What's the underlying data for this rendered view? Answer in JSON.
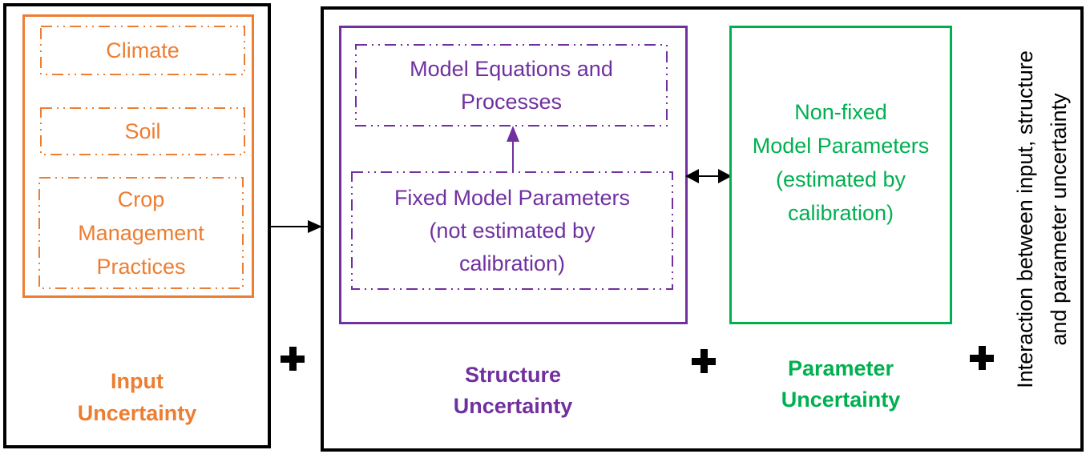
{
  "colors": {
    "input_orange": "#ED7D31",
    "structure_purple": "#7030A0",
    "parameter_green": "#00B050",
    "frame_black": "#000000"
  },
  "symbols": {
    "plus": "+"
  },
  "input_panel": {
    "climate": "Climate",
    "soil": "Soil",
    "crop_lines": [
      "Crop",
      "Management",
      "Practices"
    ],
    "label_lines": [
      "Input",
      "Uncertainty"
    ]
  },
  "structure_section": {
    "equations_lines": [
      "Model Equations and",
      "Processes"
    ],
    "fixed_lines": [
      "Fixed Model Parameters",
      "(not estimated by",
      "calibration)"
    ],
    "label_lines": [
      "Structure",
      "Uncertainty"
    ]
  },
  "parameter_section": {
    "box_lines": [
      "Non-fixed",
      "Model Parameters",
      "(estimated by",
      "calibration)"
    ],
    "label_lines": [
      "Parameter",
      "Uncertainty"
    ]
  },
  "interaction_label_lines": [
    "Interaction between input, structure",
    "and parameter uncertainty"
  ]
}
